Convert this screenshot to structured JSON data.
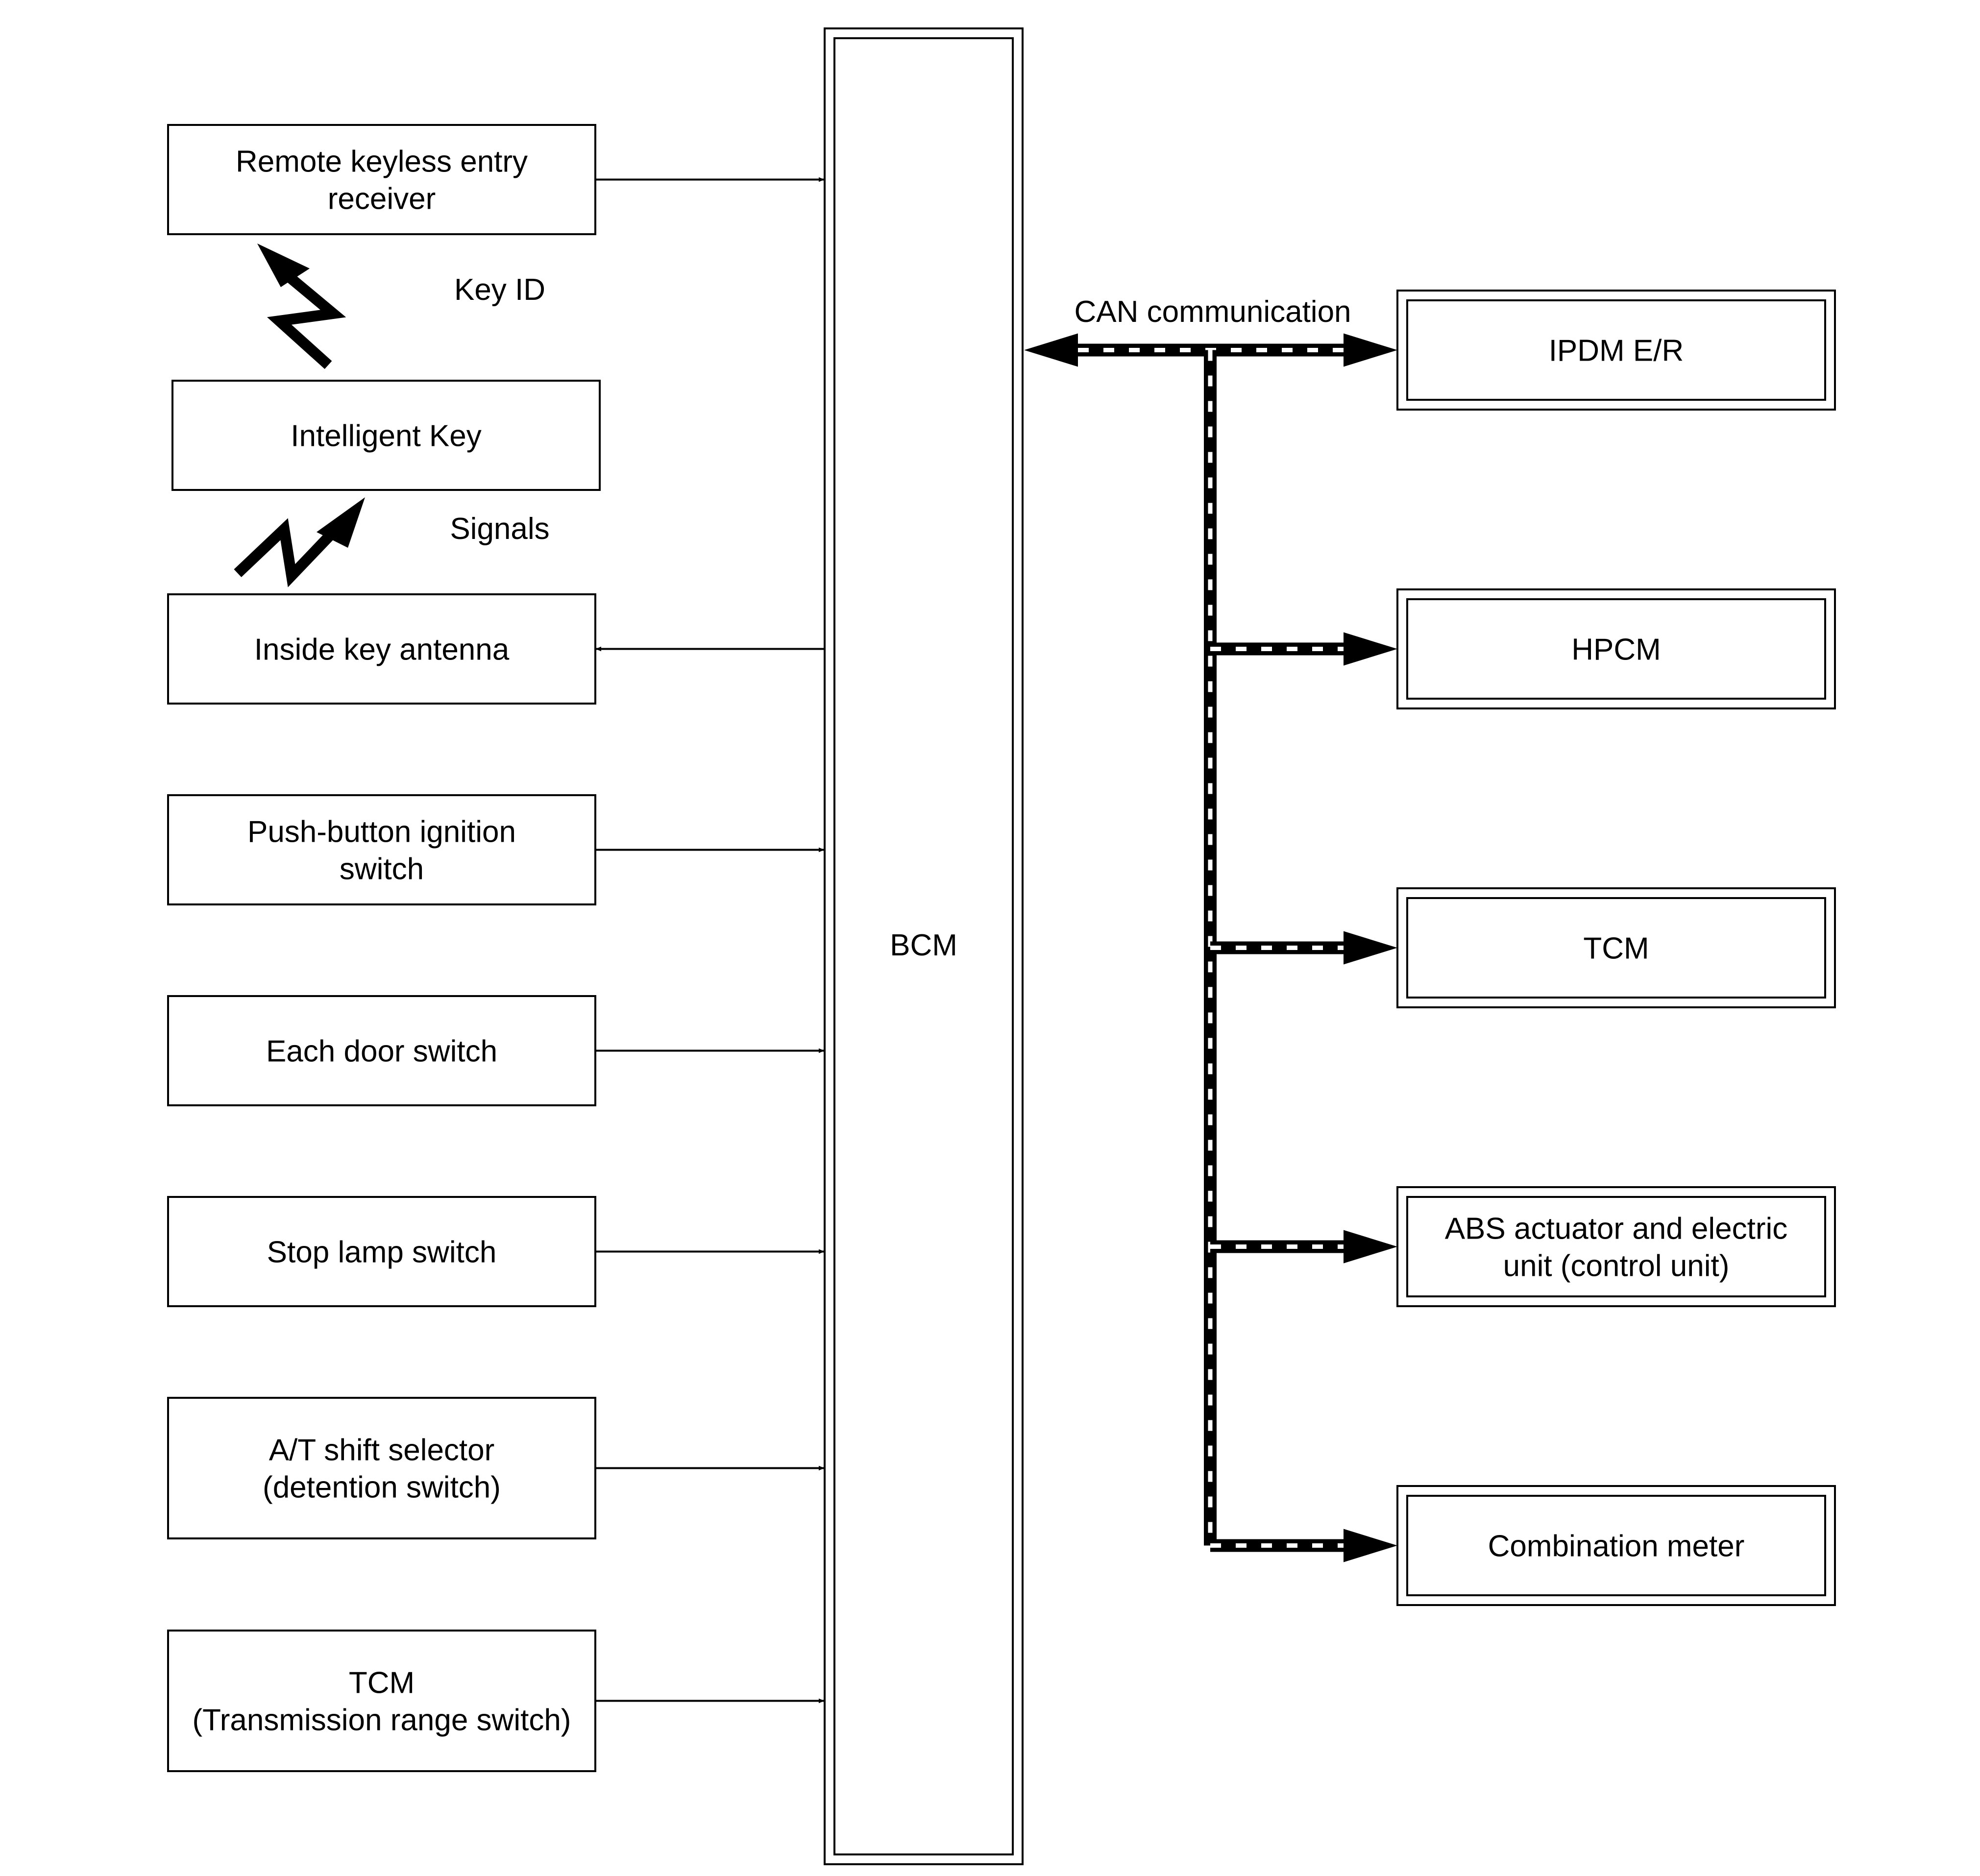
{
  "inputs": [
    {
      "id": "remote-keyless-entry-receiver",
      "lines": [
        "Remote keyless entry",
        "receiver"
      ],
      "arrow": "to-bcm"
    },
    {
      "id": "intelligent-key",
      "lines": [
        "Intelligent Key"
      ],
      "arrow": "none"
    },
    {
      "id": "inside-key-antenna",
      "lines": [
        "Inside key antenna"
      ],
      "arrow": "from-bcm"
    },
    {
      "id": "push-button-ignition-switch",
      "lines": [
        "Push-button ignition",
        "switch"
      ],
      "arrow": "to-bcm"
    },
    {
      "id": "each-door-switch",
      "lines": [
        "Each door switch"
      ],
      "arrow": "to-bcm"
    },
    {
      "id": "stop-lamp-switch",
      "lines": [
        "Stop lamp switch"
      ],
      "arrow": "to-bcm"
    },
    {
      "id": "at-shift-selector",
      "lines": [
        "A/T shift selector",
        "(detention switch)"
      ],
      "arrow": "to-bcm"
    },
    {
      "id": "tcm-transmission-range-switch",
      "lines": [
        "TCM",
        "(Transmission range switch)"
      ],
      "arrow": "to-bcm"
    }
  ],
  "wireless_labels": {
    "key_id": "Key ID",
    "signals": "Signals"
  },
  "bcm": {
    "label": "BCM"
  },
  "can": {
    "label": "CAN communication"
  },
  "outputs": [
    {
      "id": "ipdm-er",
      "lines": [
        "IPDM E/R"
      ]
    },
    {
      "id": "hpcm",
      "lines": [
        "HPCM"
      ]
    },
    {
      "id": "tcm",
      "lines": [
        "TCM"
      ]
    },
    {
      "id": "abs-actuator",
      "lines": [
        "ABS actuator and electric",
        "unit (control unit)"
      ]
    },
    {
      "id": "combination-meter",
      "lines": [
        "Combination meter"
      ]
    }
  ]
}
